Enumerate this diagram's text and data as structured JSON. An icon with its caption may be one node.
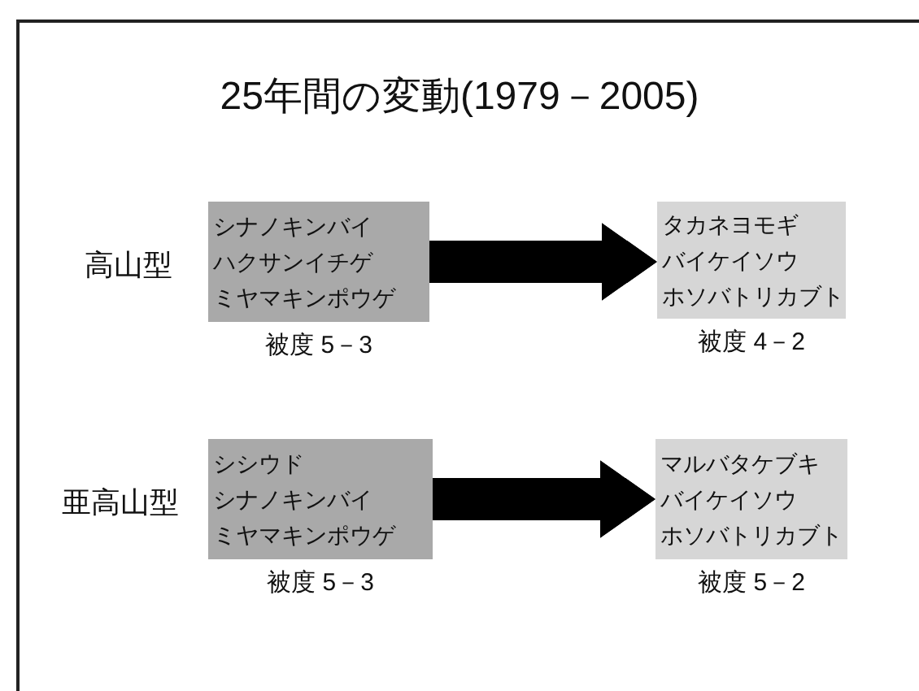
{
  "diagram": {
    "title": "25年間の変動(1979－2005)",
    "nodes": [
      {
        "text": [
          "シナノキンバイ",
          "ハクサンイチゲ",
          "ミヤマキンポウゲ"
        ],
        "beside": [
          "被度 5－3"
        ]
      },
      {
        "text": [
          "タカネヨモギ",
          "バイケイソウ",
          "ホソバトリカブト"
        ],
        "beside": [
          "被度 4－2"
        ]
      },
      {
        "text": [
          "シシウド",
          "シナノキンバイ",
          "ミヤマキンポウゲ"
        ],
        "beside": [
          "被度 5－3"
        ]
      },
      {
        "text": [
          "マルバタケブキ",
          "バイケイソウ",
          "ホソバトリカブト"
        ],
        "beside": [
          "被度 5－2"
        ]
      }
    ],
    "edges": [
      {
        "from": 0,
        "to": 1,
        "arrow": "to"
      },
      {
        "from": 2,
        "to": 3,
        "arrow": "to"
      }
    ],
    "labels": [
      "高山型",
      "亜高山型"
    ]
  }
}
